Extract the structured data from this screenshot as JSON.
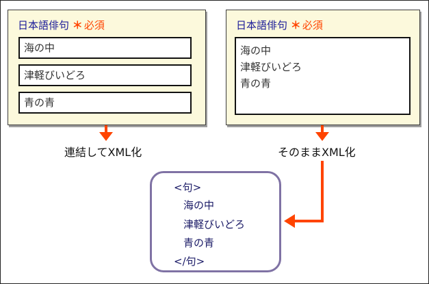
{
  "left_panel": {
    "label": "日本語俳句",
    "required_mark": "＊",
    "required_text": "必須",
    "fields": [
      "海の中",
      "津軽びいどろ",
      "青の青"
    ]
  },
  "right_panel": {
    "label": "日本語俳句",
    "required_mark": "＊",
    "required_text": "必須",
    "textarea_lines": [
      "海の中",
      "津軽びいどろ",
      "青の青"
    ]
  },
  "captions": {
    "left": "連結してXML化",
    "right": "そのままXML化"
  },
  "xml": {
    "open_tag": "<句>",
    "lines": [
      "海の中",
      "津軽びいどろ",
      "青の青"
    ],
    "close_tag": "</句>"
  },
  "colors": {
    "panel_bg": "#fcf9dc",
    "label": "#1a1a99",
    "required": "#ff4400",
    "arrow": "#ff4400",
    "xml_border": "#7f72a4",
    "xml_text": "#1a1a66"
  }
}
